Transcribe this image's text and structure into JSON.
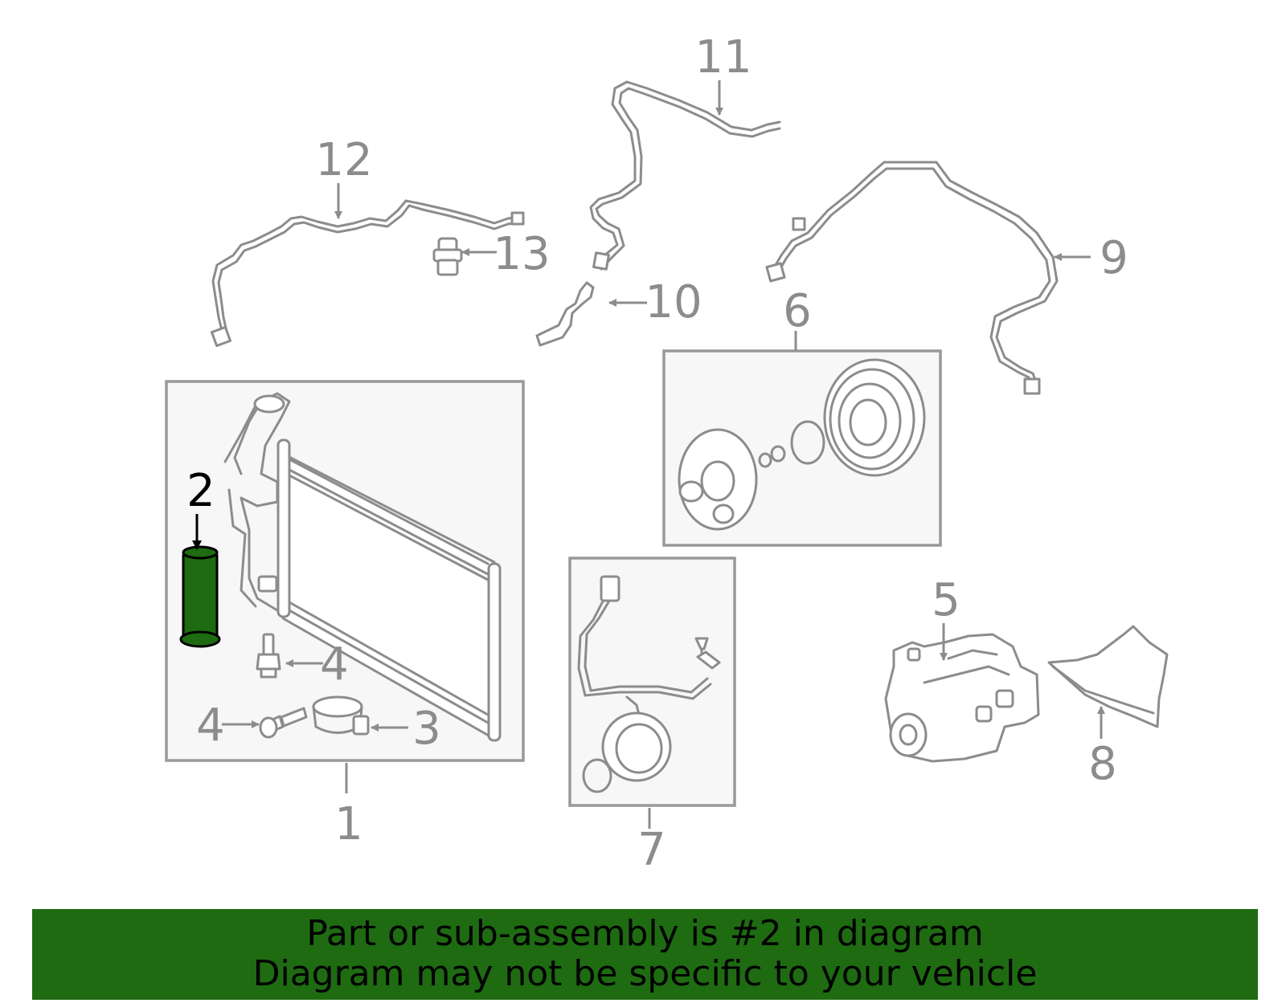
{
  "diagram": {
    "highlight_color": "#1e6b12",
    "part_color": "#8c8c8c",
    "callouts": {
      "c1": "1",
      "c2": "2",
      "c3": "3",
      "c4a": "4",
      "c4b": "4",
      "c5": "5",
      "c6": "6",
      "c7": "7",
      "c8": "8",
      "c9": "9",
      "c10": "10",
      "c11": "11",
      "c12": "12",
      "c13": "13"
    }
  },
  "banner": {
    "line1": "Part or sub-assembly is #2 in diagram",
    "line2": "Diagram may not be specific to your vehicle",
    "background": "#1e6b12"
  }
}
